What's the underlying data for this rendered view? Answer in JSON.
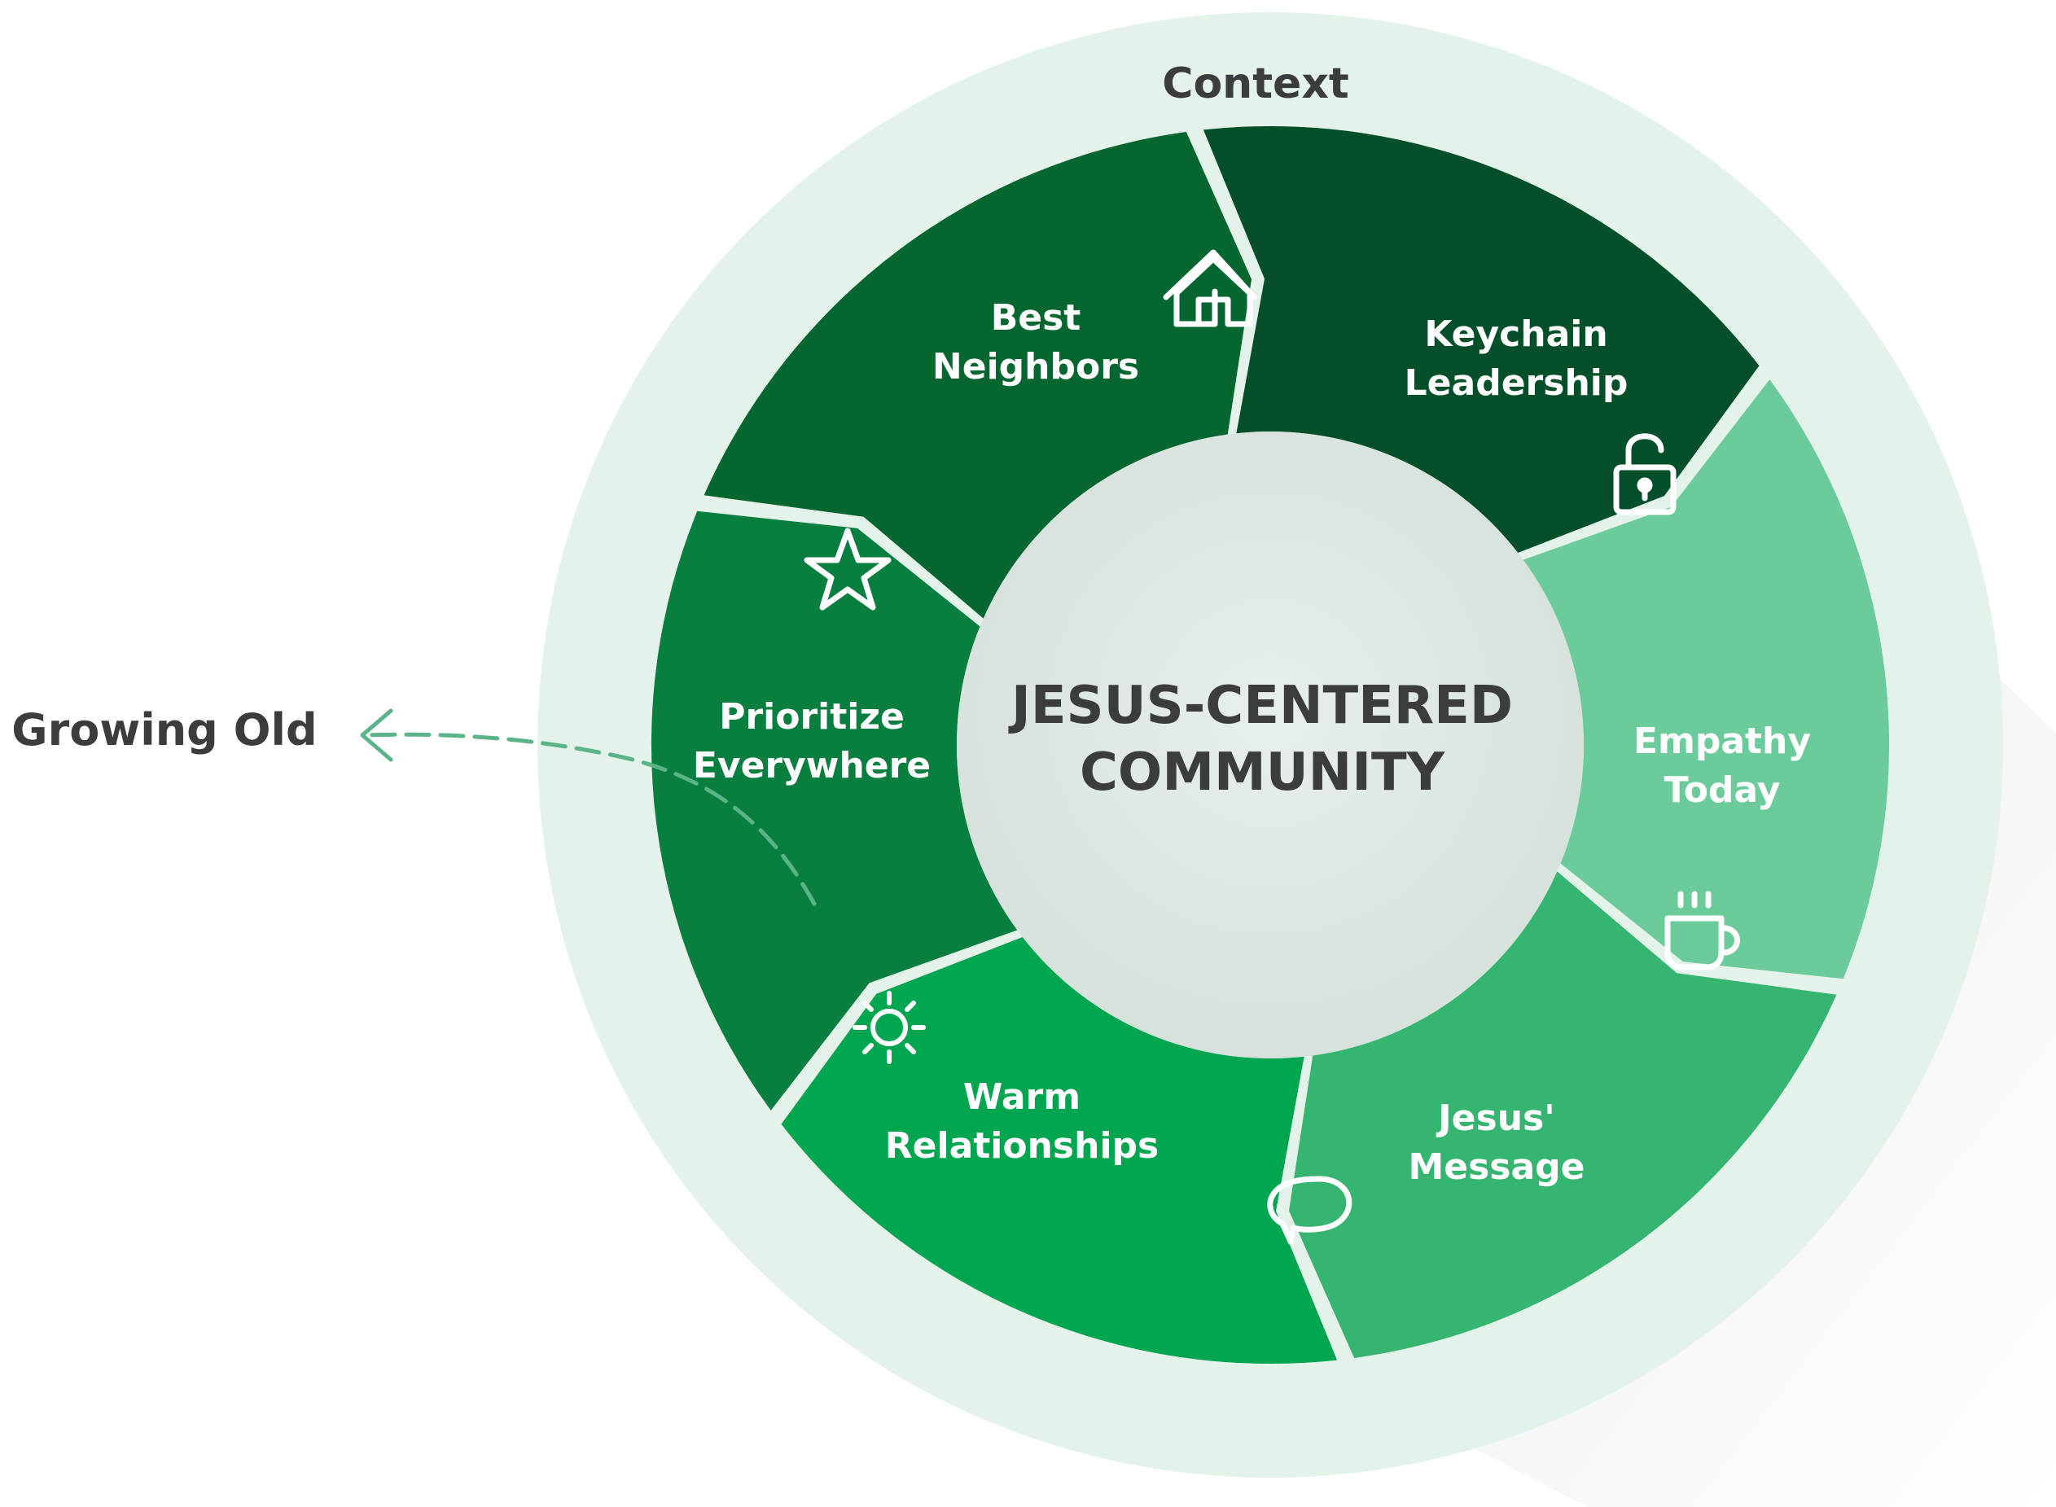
{
  "diagram": {
    "outer_label": "Context",
    "center_title_line1": "JESUS-CENTERED",
    "center_title_line2": "COMMUNITY",
    "side_label": "Growing Old",
    "segments": [
      {
        "id": "best-neighbors",
        "line1": "Best",
        "line2": "Neighbors",
        "icon": "house-icon",
        "color": "#034f2a"
      },
      {
        "id": "keychain-leadership",
        "line1": "Keychain",
        "line2": "Leadership",
        "icon": "unlock-icon",
        "color": "#6ccb9a"
      },
      {
        "id": "empathy-today",
        "line1": "Empathy",
        "line2": "Today",
        "icon": "coffee-cup-icon",
        "color": "#35b570"
      },
      {
        "id": "jesus-message",
        "line1": "Jesus'",
        "line2": "Message",
        "icon": "speech-bubble-icon",
        "color": "#00a550"
      },
      {
        "id": "warm-relationships",
        "line1": "Warm",
        "line2": "Relationships",
        "icon": "sun-icon",
        "color": "#087e3f"
      },
      {
        "id": "prioritize-everywhere",
        "line1": "Prioritize",
        "line2": "Everywhere",
        "icon": "star-icon",
        "color": "#05662f"
      }
    ],
    "colors": {
      "outer_ring": "#e3f3ea",
      "center_circle": "#dde6e1",
      "text_dark": "#3a3d3c",
      "arrow": "#5bb487",
      "segment_gap": "#c9d4ce"
    }
  }
}
